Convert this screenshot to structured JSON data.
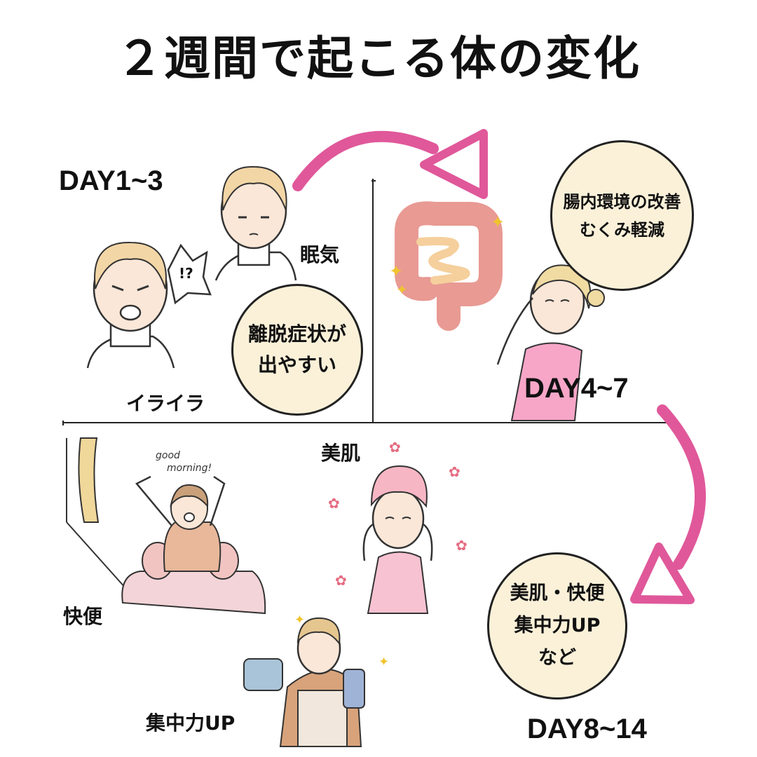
{
  "title": "２週間で起こる体の変化",
  "colors": {
    "arrow": "#e0589a",
    "bubble": "#fbf1d9",
    "line": "#222222"
  },
  "stages": [
    {
      "day": "DAY1~3",
      "labels": [
        "眠気",
        "イライラ"
      ],
      "surprise": "!?",
      "bubble": [
        "離脱症状が",
        "出やすい"
      ]
    },
    {
      "day": "DAY4~7",
      "bubble": [
        "腸内環境の改善",
        "むくみ軽減"
      ]
    },
    {
      "day": "DAY8~14",
      "labels": [
        "美肌",
        "快便",
        "集中力UP"
      ],
      "morning_text": [
        "good",
        "morning!"
      ],
      "bubble": [
        "美肌・快便",
        "集中力UP",
        "など"
      ]
    }
  ],
  "icons": [
    "sleepy-person-icon",
    "angry-person-icon",
    "intestine-icon",
    "happy-woman-icon",
    "waking-woman-icon",
    "towel-woman-icon",
    "cleaning-woman-icon",
    "arrow-icon"
  ]
}
